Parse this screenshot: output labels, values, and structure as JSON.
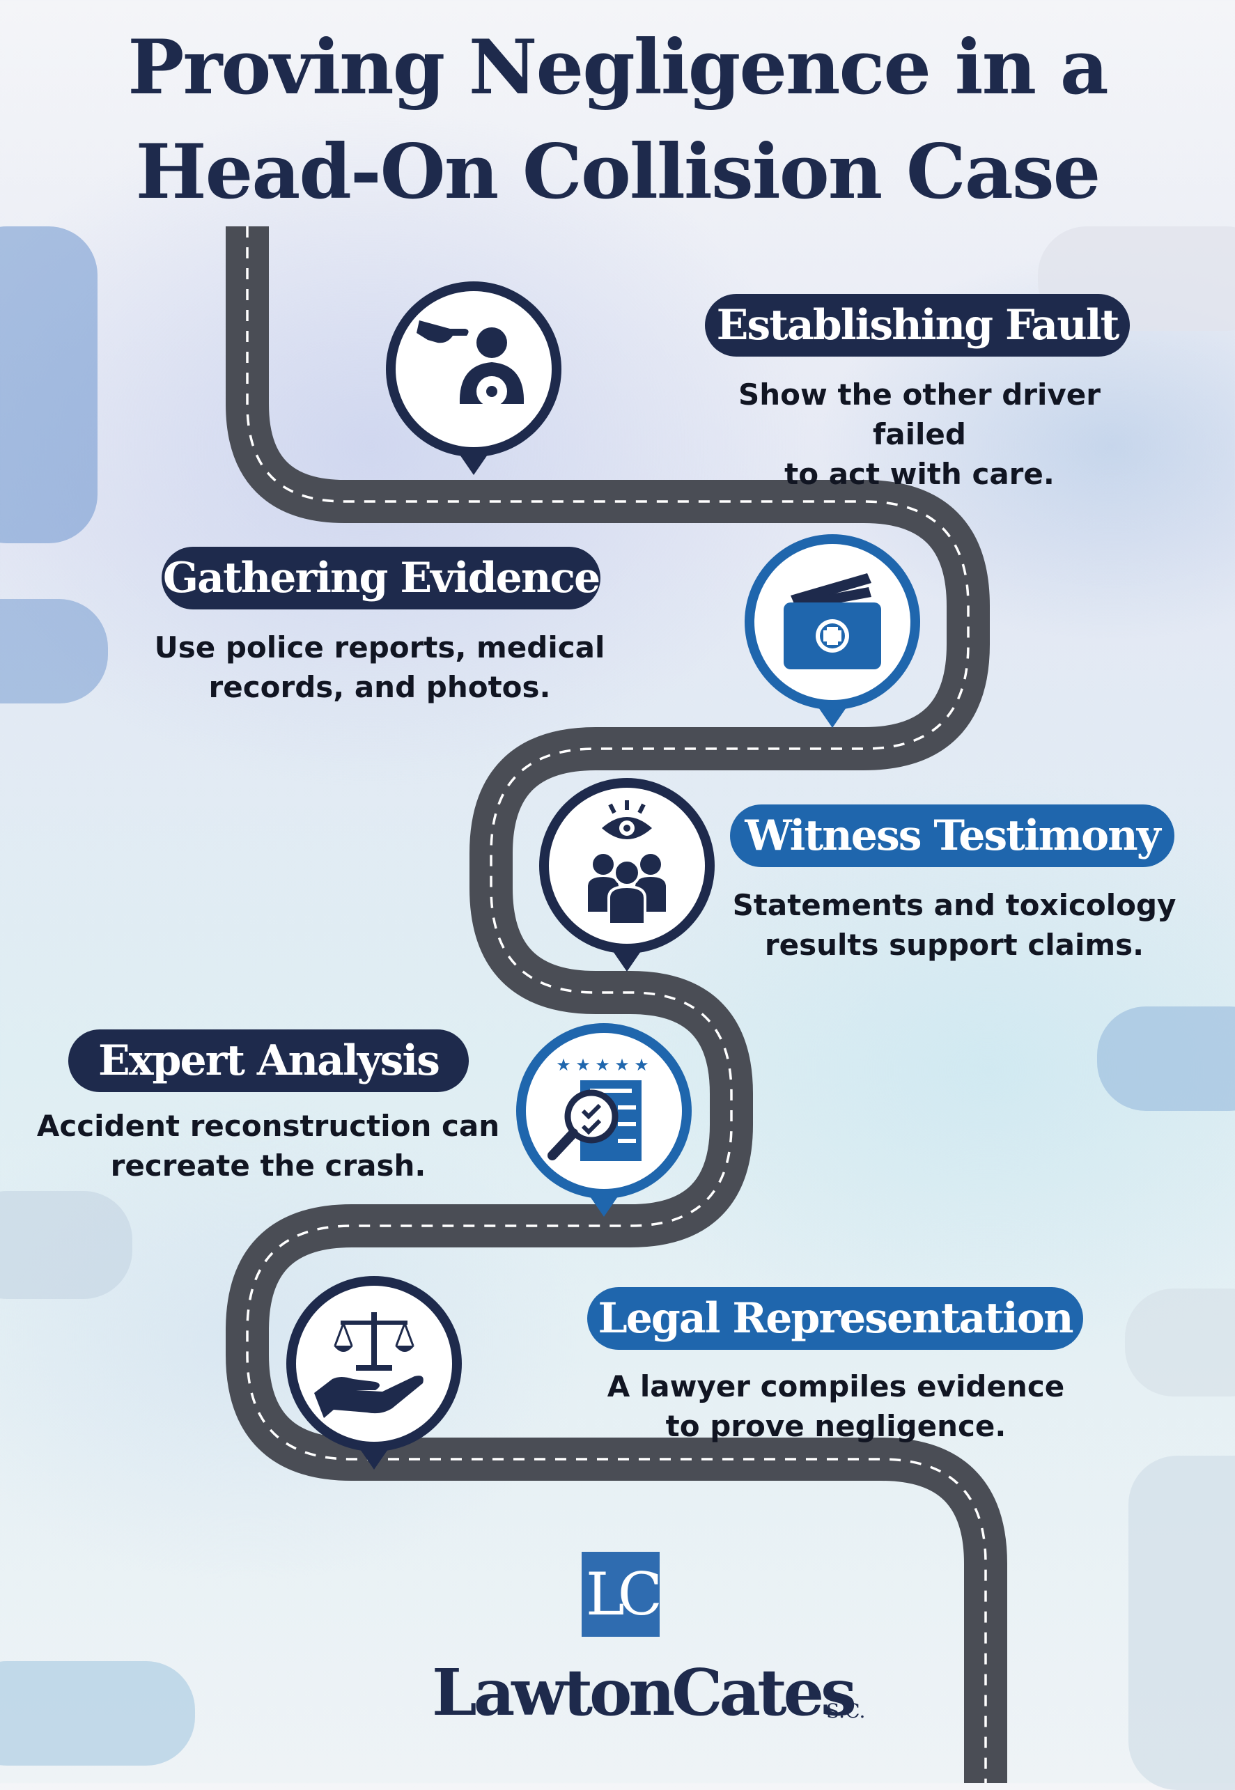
{
  "title": {
    "line1": "Proving Negligence in a",
    "line2": "Head-On Collision Case"
  },
  "steps": [
    {
      "heading": "Establishing Fault",
      "line1": "Show the other driver failed",
      "line2": "to act with care.",
      "icon": "driver-pointing-icon",
      "pill_color": "#1e2a4c"
    },
    {
      "heading": "Gathering Evidence",
      "line1": "Use police reports, medical",
      "line2": "records, and photos.",
      "icon": "medical-folder-icon",
      "pill_color": "#1e2a4c"
    },
    {
      "heading": "Witness Testimony",
      "line1": "Statements and toxicology",
      "line2": "results support claims.",
      "icon": "witness-group-eye-icon",
      "pill_color": "#1f66ad"
    },
    {
      "heading": "Expert Analysis",
      "line1": "Accident reconstruction can",
      "line2": "recreate the crash.",
      "icon": "magnifier-checklist-icon",
      "pill_color": "#1e2a4c"
    },
    {
      "heading": "Legal Representation",
      "line1": "A lawyer compiles evidence",
      "line2": "to prove negligence.",
      "icon": "scales-of-justice-hand-icon",
      "pill_color": "#1f66ad"
    }
  ],
  "logo": {
    "monogram": "LC",
    "name": "LawtonCates",
    "suffix": "S.C."
  },
  "colors": {
    "navy": "#1e2a4c",
    "blue": "#1f66ad",
    "road": "#4a4d55"
  }
}
